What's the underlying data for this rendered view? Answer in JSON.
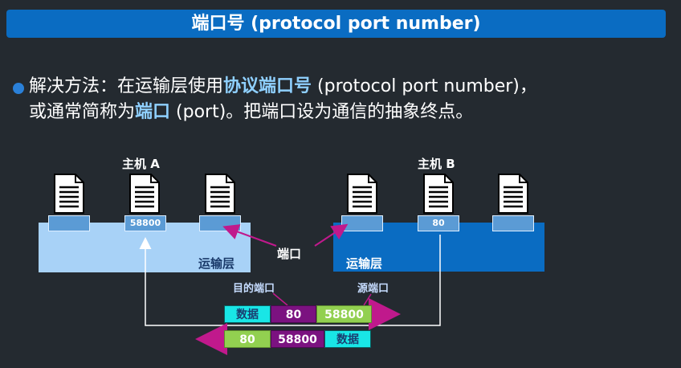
{
  "title": "端口号 (protocol port number)",
  "paragraph": {
    "line1_a": "解决方法：在运输层使用",
    "line1_hl": "协议端口号",
    "line1_b": " (protocol port number)，",
    "line2_a": "或通常简称为",
    "line2_hl": "端口",
    "line2_b": " (port)。把端口设为通信的抽象终点。"
  },
  "host_a": {
    "label": "主机 A",
    "layer": "运输层",
    "port": "58800"
  },
  "host_b": {
    "label": "主机 B",
    "layer": "运输层",
    "port": "80"
  },
  "port_label": "端口",
  "annotations": {
    "dest_port": "目的端口",
    "src_port": "源端口"
  },
  "packet_out": [
    "数据",
    "80",
    "58800"
  ],
  "packet_back": [
    "80",
    "58800",
    "数据"
  ],
  "colors": {
    "title_bg": "#0a6cc2",
    "layer_a": "#a8d2f7",
    "layer_b": "#0a6cc2",
    "arrow_magenta": "#c0198c",
    "cell_cyan": "#19e6e6",
    "cell_purple": "#7b1280",
    "cell_green": "#92d050"
  }
}
